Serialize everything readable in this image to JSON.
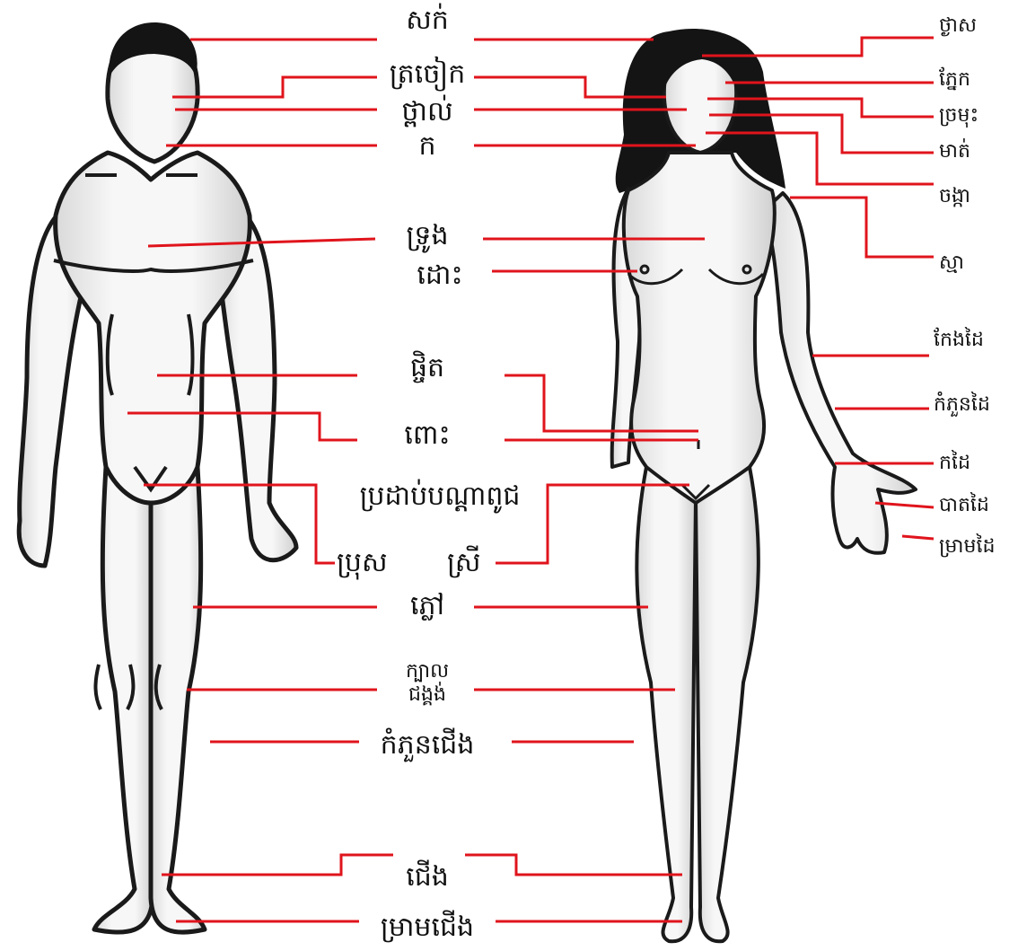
{
  "labels": {
    "hair": "សក់",
    "ear": "ត្រចៀក",
    "cheek": "ថ្ពាល់",
    "neck": "ក",
    "chest": "ទ្រូង",
    "breast": "ដោះ",
    "navel": "ផ្ចិត",
    "belly": "ពោះ",
    "genitals": "ប្រដាប់បណ្ដាពូជ",
    "male": "ប្រុស",
    "female": "ស្រី",
    "thigh": "ភ្លៅ",
    "kneecap_line1": "ក្បាល",
    "kneecap_line2": "ជង្គង់",
    "shin": "កំភួនជើង",
    "leg": "ជើង",
    "toes": "ម្រាមជើង",
    "forehead": "ថ្ងាស",
    "eye": "ភ្នែក",
    "nose": "ច្រមុះ",
    "mouth": "មាត់",
    "chin": "ចង្កា",
    "shoulder": "ស្មា",
    "elbow": "កែងដៃ",
    "forearm": "កំភួនដៃ",
    "wrist": "កដៃ",
    "palm": "បាតដៃ",
    "fingers": "ម្រាមដៃ"
  },
  "colors": {
    "leader": "#e0141c",
    "outline": "#1a1a1a",
    "skin": "#f2f2f2",
    "hair": "#141414"
  }
}
